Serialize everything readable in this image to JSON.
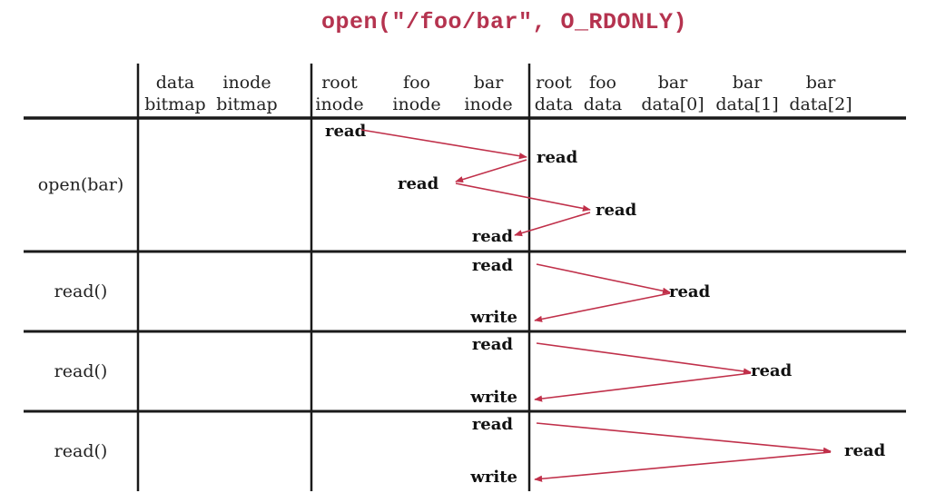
{
  "title": "open(\"/foo/bar\", O_RDONLY)",
  "accent_color": "#c0304a",
  "columns": [
    {
      "line1": "data",
      "line2": "bitmap"
    },
    {
      "line1": "inode",
      "line2": "bitmap"
    },
    {
      "line1": "root",
      "line2": "inode"
    },
    {
      "line1": "foo",
      "line2": "inode"
    },
    {
      "line1": "bar",
      "line2": "inode"
    },
    {
      "line1": "root",
      "line2": "data"
    },
    {
      "line1": "foo",
      "line2": "data"
    },
    {
      "line1": "bar",
      "line2": "data[0]"
    },
    {
      "line1": "bar",
      "line2": "data[1]"
    },
    {
      "line1": "bar",
      "line2": "data[2]"
    }
  ],
  "rows": [
    {
      "label": "open(bar)",
      "ops": [
        {
          "text": "read",
          "col": 2
        },
        {
          "text": "read",
          "col": 5
        },
        {
          "text": "read",
          "col": 3
        },
        {
          "text": "read",
          "col": 6
        },
        {
          "text": "read",
          "col": 4
        }
      ]
    },
    {
      "label": "read()",
      "ops": [
        {
          "text": "read",
          "col": 4
        },
        {
          "text": "read",
          "col": 7
        },
        {
          "text": "write",
          "col": 4
        }
      ]
    },
    {
      "label": "read()",
      "ops": [
        {
          "text": "read",
          "col": 4
        },
        {
          "text": "read",
          "col": 8
        },
        {
          "text": "write",
          "col": 4
        }
      ]
    },
    {
      "label": "read()",
      "ops": [
        {
          "text": "read",
          "col": 4
        },
        {
          "text": "read",
          "col": 9
        },
        {
          "text": "write",
          "col": 4
        }
      ]
    }
  ]
}
